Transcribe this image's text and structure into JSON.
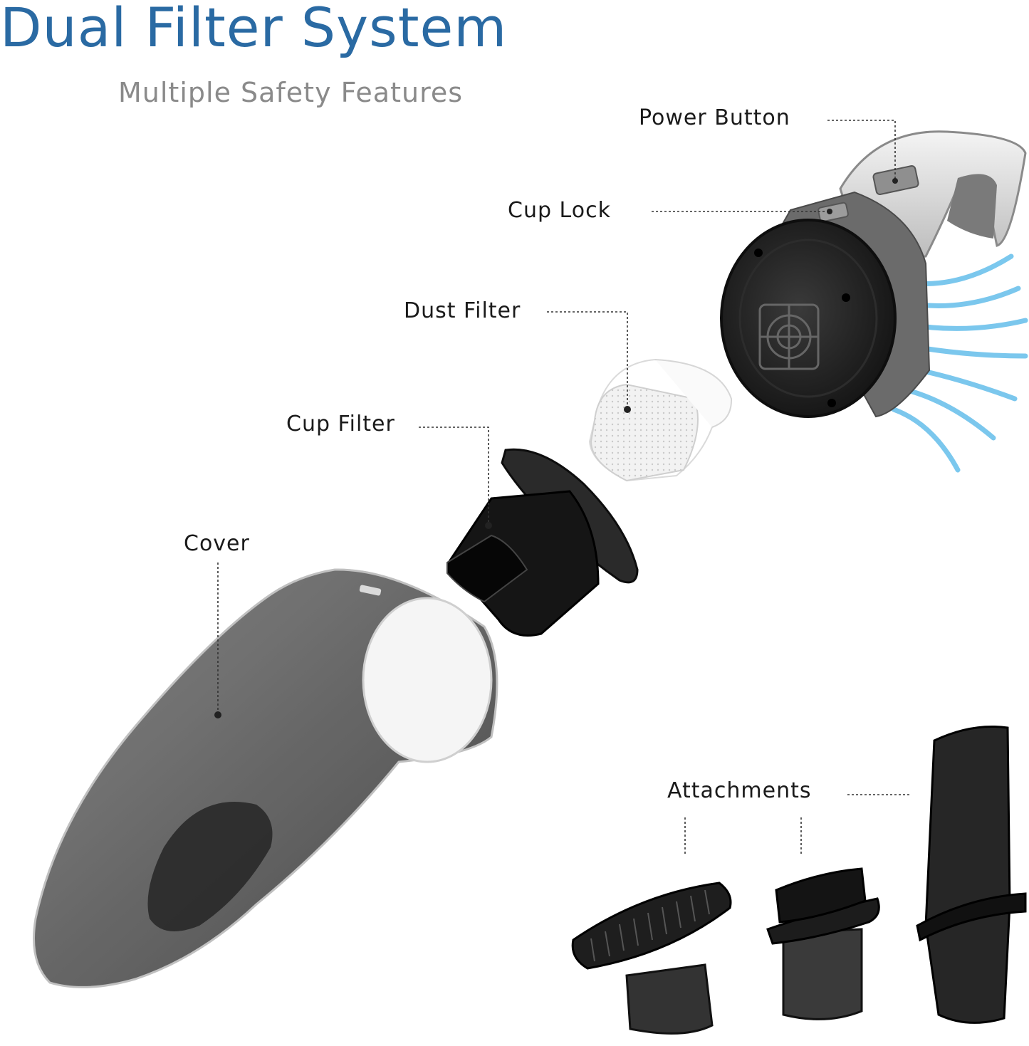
{
  "header": {
    "title": "Dual Filter System",
    "subtitle": "Multiple Safety Features"
  },
  "callouts": {
    "power_button": "Power Button",
    "cup_lock": "Cup Lock",
    "dust_filter": "Dust Filter",
    "cup_filter": "Cup Filter",
    "cover": "Cover",
    "attachments": "Attachments"
  },
  "colors": {
    "title": "#2a6aa3",
    "subtitle": "#8a8a8a",
    "body_gray": "#6b6b6b",
    "body_white": "#ececec",
    "plastic_black": "#1b1b1b",
    "cover_smoke": "#4a4a4a",
    "airflow": "#4fb5e8"
  },
  "icons": {
    "vacuum_body": "handheld-vacuum-body-icon",
    "dust_filter": "dust-filter-icon",
    "cup_filter": "cup-filter-icon",
    "cover": "dust-cup-cover-icon",
    "brush": "brush-attachment-icon",
    "wide_nozzle": "wide-nozzle-attachment-icon",
    "crevice": "crevice-tool-icon"
  }
}
